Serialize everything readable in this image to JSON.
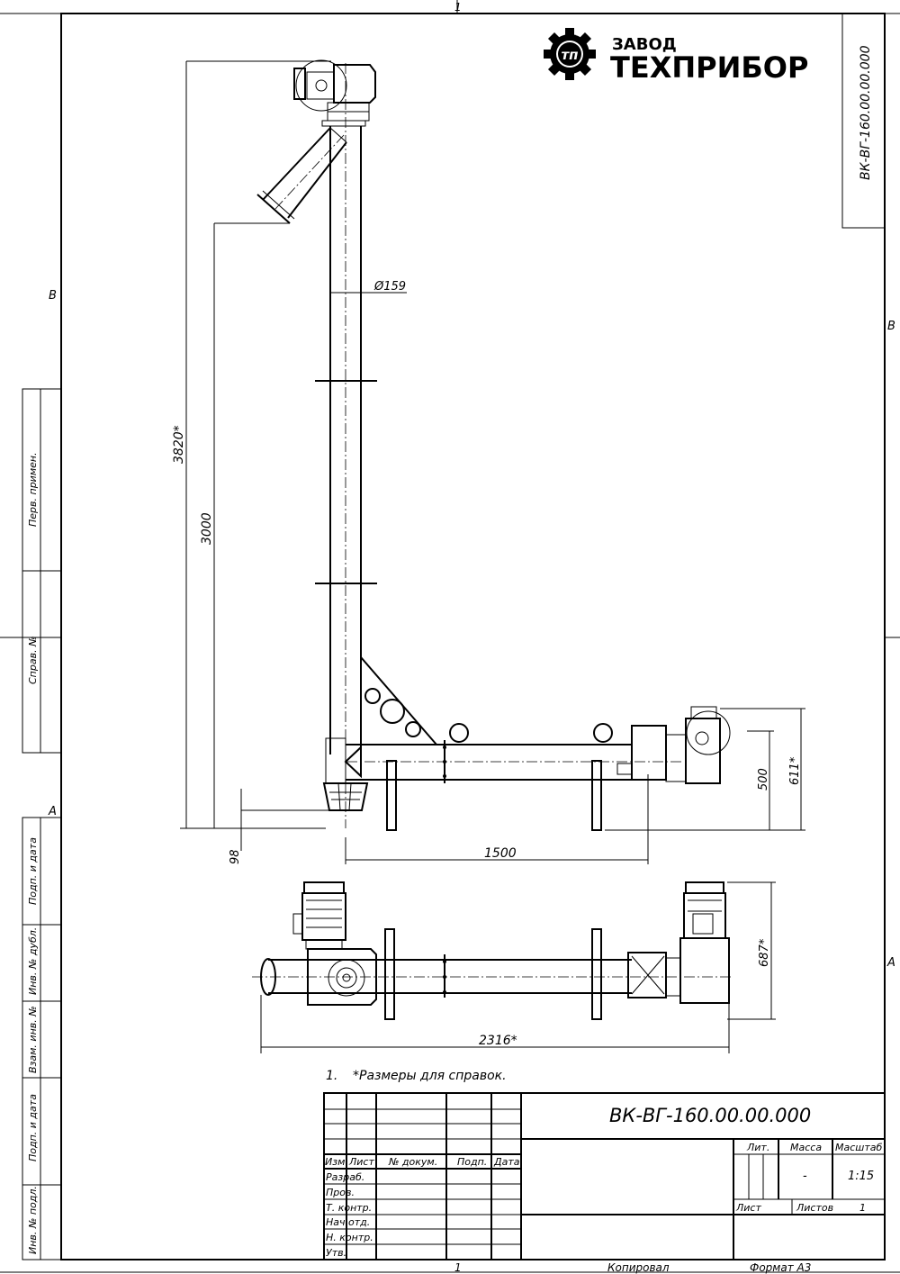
{
  "sheet": {
    "zone_top": "1",
    "zone_bottom": "1",
    "zone_left_b": "В",
    "zone_left_a": "А",
    "zone_right_b": "В",
    "zone_right_a": "А",
    "doc_code_rotated": "ВК-ВГ-160.00.00.000",
    "copied_label": "Копировал",
    "format_label": "Формат А3"
  },
  "logo": {
    "line1": "ЗАВОД",
    "line2": "ТЕХПРИБОР"
  },
  "side_stamp": {
    "cells": [
      "Перв. примен.",
      "Справ. №",
      "Подп. и дата",
      "Инв. № дубл.",
      "Взам. инв. №",
      "Подп. и дата",
      "Инв. № подл."
    ]
  },
  "dimensions": {
    "overall_height": "3820*",
    "inlet_height": "3000",
    "pipe_diameter": "Ø159",
    "bottom_offset": "98",
    "horizontal_length": "1500",
    "side_height_500": "500",
    "side_height_611": "611*",
    "plan_width": "687*",
    "plan_length": "2316*"
  },
  "notes": {
    "note1_num": "1.",
    "note1_text": "*Размеры для справок."
  },
  "title_block": {
    "designation": "ВК-ВГ-160.00.00.000",
    "headers": [
      "Изм.",
      "Лист",
      "№ докум.",
      "Подп.",
      "Дата"
    ],
    "rows": [
      "Разраб.",
      "Пров.",
      "Т. контр.",
      "Нач.отд.",
      "Н. контр.",
      "Утв."
    ],
    "lit_label": "Лит.",
    "mass_label": "Масса",
    "scale_label": "Масштаб",
    "mass_value": "-",
    "scale_value": "1:15",
    "sheet_label": "Лист",
    "sheets_label": "Листов",
    "sheets_value": "1"
  }
}
